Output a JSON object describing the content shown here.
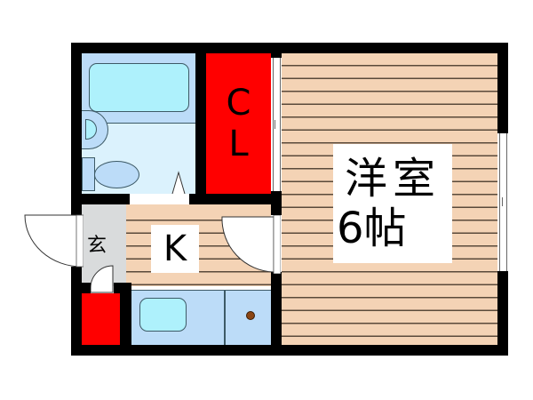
{
  "floor_plan": {
    "rooms": {
      "western_room": {
        "label_line1": "洋室",
        "label_line2": "6帖"
      },
      "closet": {
        "label_line1": "C",
        "label_line2": "L"
      },
      "kitchen": {
        "label": "K"
      },
      "entrance": {
        "label": "玄"
      }
    },
    "colors": {
      "wall": "#000000",
      "wood_floor": "#f4d3b5",
      "closet": "#ff0000",
      "bath_floor": "#dbf2fd",
      "fixture_blue": "#bcdcf8",
      "tub_cyan": "#aef1fc",
      "entrance_floor": "#d9dbdc"
    }
  }
}
